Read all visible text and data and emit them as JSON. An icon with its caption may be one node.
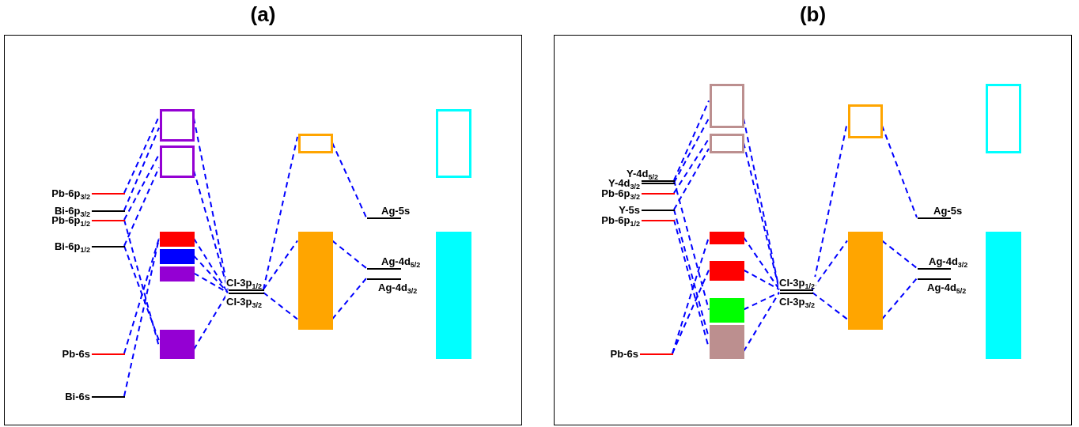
{
  "diagram": {
    "nodes": [
      {
        "text": [
          "(a)"
        ]
      },
      {
        "text": [],
        "shape": "bar",
        "beside": [
          "Pb-6p$_{3/2}$"
        ],
        "in": 0
      },
      {
        "text": [],
        "shape": "bar",
        "beside": [
          "Bi-6p$_{3/2}$"
        ],
        "in": 0
      },
      {
        "text": [],
        "shape": "bar",
        "beside": [
          "Pb-6p$_{1/2}$"
        ],
        "in": 0
      },
      {
        "text": [],
        "shape": "bar",
        "beside": [
          "Bi-6p$_{1/2}$"
        ],
        "in": 0
      },
      {
        "text": [],
        "shape": "bar",
        "beside": [
          "Pb-6s"
        ],
        "in": 0
      },
      {
        "text": [],
        "shape": "bar",
        "beside": [
          "Bi-6s"
        ],
        "in": 0
      },
      {
        "text": [],
        "shape": "box",
        "in": 0
      },
      {
        "text": [],
        "shape": "box",
        "in": 0
      },
      {
        "text": [],
        "shape": "box",
        "in": 0
      },
      {
        "text": [],
        "shape": "box",
        "in": 0
      },
      {
        "text": [],
        "shape": "box",
        "in": 0
      },
      {
        "text": [],
        "shape": "box",
        "in": 0
      },
      {
        "text": [],
        "shape": "bar",
        "beside": [
          "Cl-3p$_{1/2}$"
        ],
        "in": 0
      },
      {
        "text": [],
        "shape": "bar",
        "beside": [
          "Cl-3p$_{3/2}$"
        ],
        "in": 0
      },
      {
        "text": [],
        "shape": "box",
        "in": 0
      },
      {
        "text": [],
        "shape": "box",
        "in": 0
      },
      {
        "text": [],
        "shape": "bar",
        "beside": [
          "Ag-5s"
        ],
        "in": 0
      },
      {
        "text": [],
        "shape": "bar",
        "beside": [
          "Ag-4d$_{5/2}$"
        ],
        "in": 0
      },
      {
        "text": [],
        "shape": "bar",
        "beside": [
          "Ag-4d$_{3/2}$"
        ],
        "in": 0
      },
      {
        "text": [],
        "shape": "box",
        "in": 0
      },
      {
        "text": [],
        "shape": "box",
        "in": 0
      },
      {
        "text": [
          "(b)"
        ]
      },
      {
        "text": [],
        "shape": "bar",
        "beside": [
          "Y-4d$_{5/2}$"
        ],
        "in": 22
      },
      {
        "text": [],
        "shape": "bar",
        "beside": [
          "Y-4d$_{3/2}$"
        ],
        "in": 22
      },
      {
        "text": [],
        "shape": "bar",
        "beside": [
          "Pb-6p$_{3/2}$"
        ],
        "in": 22
      },
      {
        "text": [],
        "shape": "bar",
        "beside": [
          "Y-5s"
        ],
        "in": 22
      },
      {
        "text": [],
        "shape": "bar",
        "beside": [
          "Pb-6p$_{1/2}$"
        ],
        "in": 22
      },
      {
        "text": [],
        "shape": "bar",
        "beside": [
          "Pb-6s"
        ],
        "in": 22
      },
      {
        "text": [],
        "shape": "box",
        "in": 22
      },
      {
        "text": [],
        "shape": "box",
        "in": 22
      },
      {
        "text": [],
        "shape": "box",
        "in": 22
      },
      {
        "text": [],
        "shape": "box",
        "in": 22
      },
      {
        "text": [],
        "shape": "box",
        "in": 22
      },
      {
        "text": [],
        "shape": "box",
        "in": 22
      },
      {
        "text": [],
        "shape": "bar",
        "beside": [
          "Cl-3p$_{1/2}$"
        ],
        "in": 22
      },
      {
        "text": [],
        "shape": "bar",
        "beside": [
          "Cl-3p$_{3/2}$"
        ],
        "in": 22
      },
      {
        "text": [],
        "shape": "box",
        "in": 22
      },
      {
        "text": [],
        "shape": "box",
        "in": 22
      },
      {
        "text": [],
        "shape": "bar",
        "beside": [
          "Ag-5s"
        ],
        "in": 22
      },
      {
        "text": [],
        "shape": "bar",
        "beside": [
          "Ag-4d$_{3/2}$"
        ],
        "in": 22
      },
      {
        "text": [],
        "shape": "bar",
        "beside": [
          "Ag-4d$_{5/2}$"
        ],
        "in": 22
      },
      {
        "text": [],
        "shape": "box",
        "in": 22
      },
      {
        "text": [],
        "shape": "box",
        "in": 22
      }
    ],
    "edges": [
      {
        "from": 1,
        "to": 7,
        "arrow": "none",
        "style": "dashed"
      },
      {
        "from": 2,
        "to": 7,
        "arrow": "none",
        "style": "dashed"
      },
      {
        "from": 3,
        "to": 8,
        "arrow": "none",
        "style": "dashed"
      },
      {
        "from": 4,
        "to": 8,
        "arrow": "none",
        "style": "dashed"
      },
      {
        "from": 3,
        "to": 12,
        "arrow": "none",
        "style": "dashed"
      },
      {
        "from": 4,
        "to": 12,
        "arrow": "none",
        "style": "dashed"
      },
      {
        "from": 5,
        "to": 9,
        "arrow": "none",
        "style": "dashed"
      },
      {
        "from": 6,
        "to": 9,
        "arrow": "none",
        "style": "dashed"
      },
      {
        "from": 7,
        "to": 13,
        "arrow": "none",
        "style": "dashed"
      },
      {
        "from": 8,
        "to": 13,
        "arrow": "none",
        "style": "dashed"
      },
      {
        "from": 9,
        "to": 14,
        "arrow": "none",
        "style": "dashed"
      },
      {
        "from": 10,
        "to": 14,
        "arrow": "none",
        "style": "dashed"
      },
      {
        "from": 11,
        "to": 14,
        "arrow": "none",
        "style": "dashed"
      },
      {
        "from": 12,
        "to": 14,
        "arrow": "none",
        "style": "dashed"
      },
      {
        "from": 13,
        "to": 15,
        "arrow": "none",
        "style": "dashed"
      },
      {
        "from": 13,
        "to": 16,
        "arrow": "none",
        "style": "dashed"
      },
      {
        "from": 14,
        "to": 16,
        "arrow": "none",
        "style": "dashed"
      },
      {
        "from": 15,
        "to": 17,
        "arrow": "none",
        "style": "dashed"
      },
      {
        "from": 16,
        "to": 18,
        "arrow": "none",
        "style": "dashed"
      },
      {
        "from": 16,
        "to": 19,
        "arrow": "none",
        "style": "dashed"
      },
      {
        "from": 23,
        "to": 29,
        "arrow": "none",
        "style": "dashed"
      },
      {
        "from": 24,
        "to": 29,
        "arrow": "none",
        "style": "dashed"
      },
      {
        "from": 25,
        "to": 30,
        "arrow": "none",
        "style": "dashed"
      },
      {
        "from": 26,
        "to": 30,
        "arrow": "none",
        "style": "dashed"
      },
      {
        "from": 23,
        "to": 33,
        "arrow": "none",
        "style": "dashed"
      },
      {
        "from": 26,
        "to": 34,
        "arrow": "none",
        "style": "dashed"
      },
      {
        "from": 27,
        "to": 34,
        "arrow": "none",
        "style": "dashed"
      },
      {
        "from": 28,
        "to": 31,
        "arrow": "none",
        "style": "dashed"
      },
      {
        "from": 28,
        "to": 32,
        "arrow": "none",
        "style": "dashed"
      },
      {
        "from": 29,
        "to": 35,
        "arrow": "none",
        "style": "dashed"
      },
      {
        "from": 30,
        "to": 35,
        "arrow": "none",
        "style": "dashed"
      },
      {
        "from": 31,
        "to": 35,
        "arrow": "none",
        "style": "dashed"
      },
      {
        "from": 32,
        "to": 35,
        "arrow": "none",
        "style": "dashed"
      },
      {
        "from": 33,
        "to": 36,
        "arrow": "none",
        "style": "dashed"
      },
      {
        "from": 34,
        "to": 36,
        "arrow": "none",
        "style": "dashed"
      },
      {
        "from": 35,
        "to": 37,
        "arrow": "none",
        "style": "dashed"
      },
      {
        "from": 35,
        "to": 38,
        "arrow": "none",
        "style": "dashed"
      },
      {
        "from": 36,
        "to": 38,
        "arrow": "none",
        "style": "dashed"
      },
      {
        "from": 37,
        "to": 39,
        "arrow": "none",
        "style": "dashed"
      },
      {
        "from": 38,
        "to": 40,
        "arrow": "none",
        "style": "dashed"
      },
      {
        "from": 38,
        "to": 41,
        "arrow": "none",
        "style": "dashed"
      }
    ]
  }
}
